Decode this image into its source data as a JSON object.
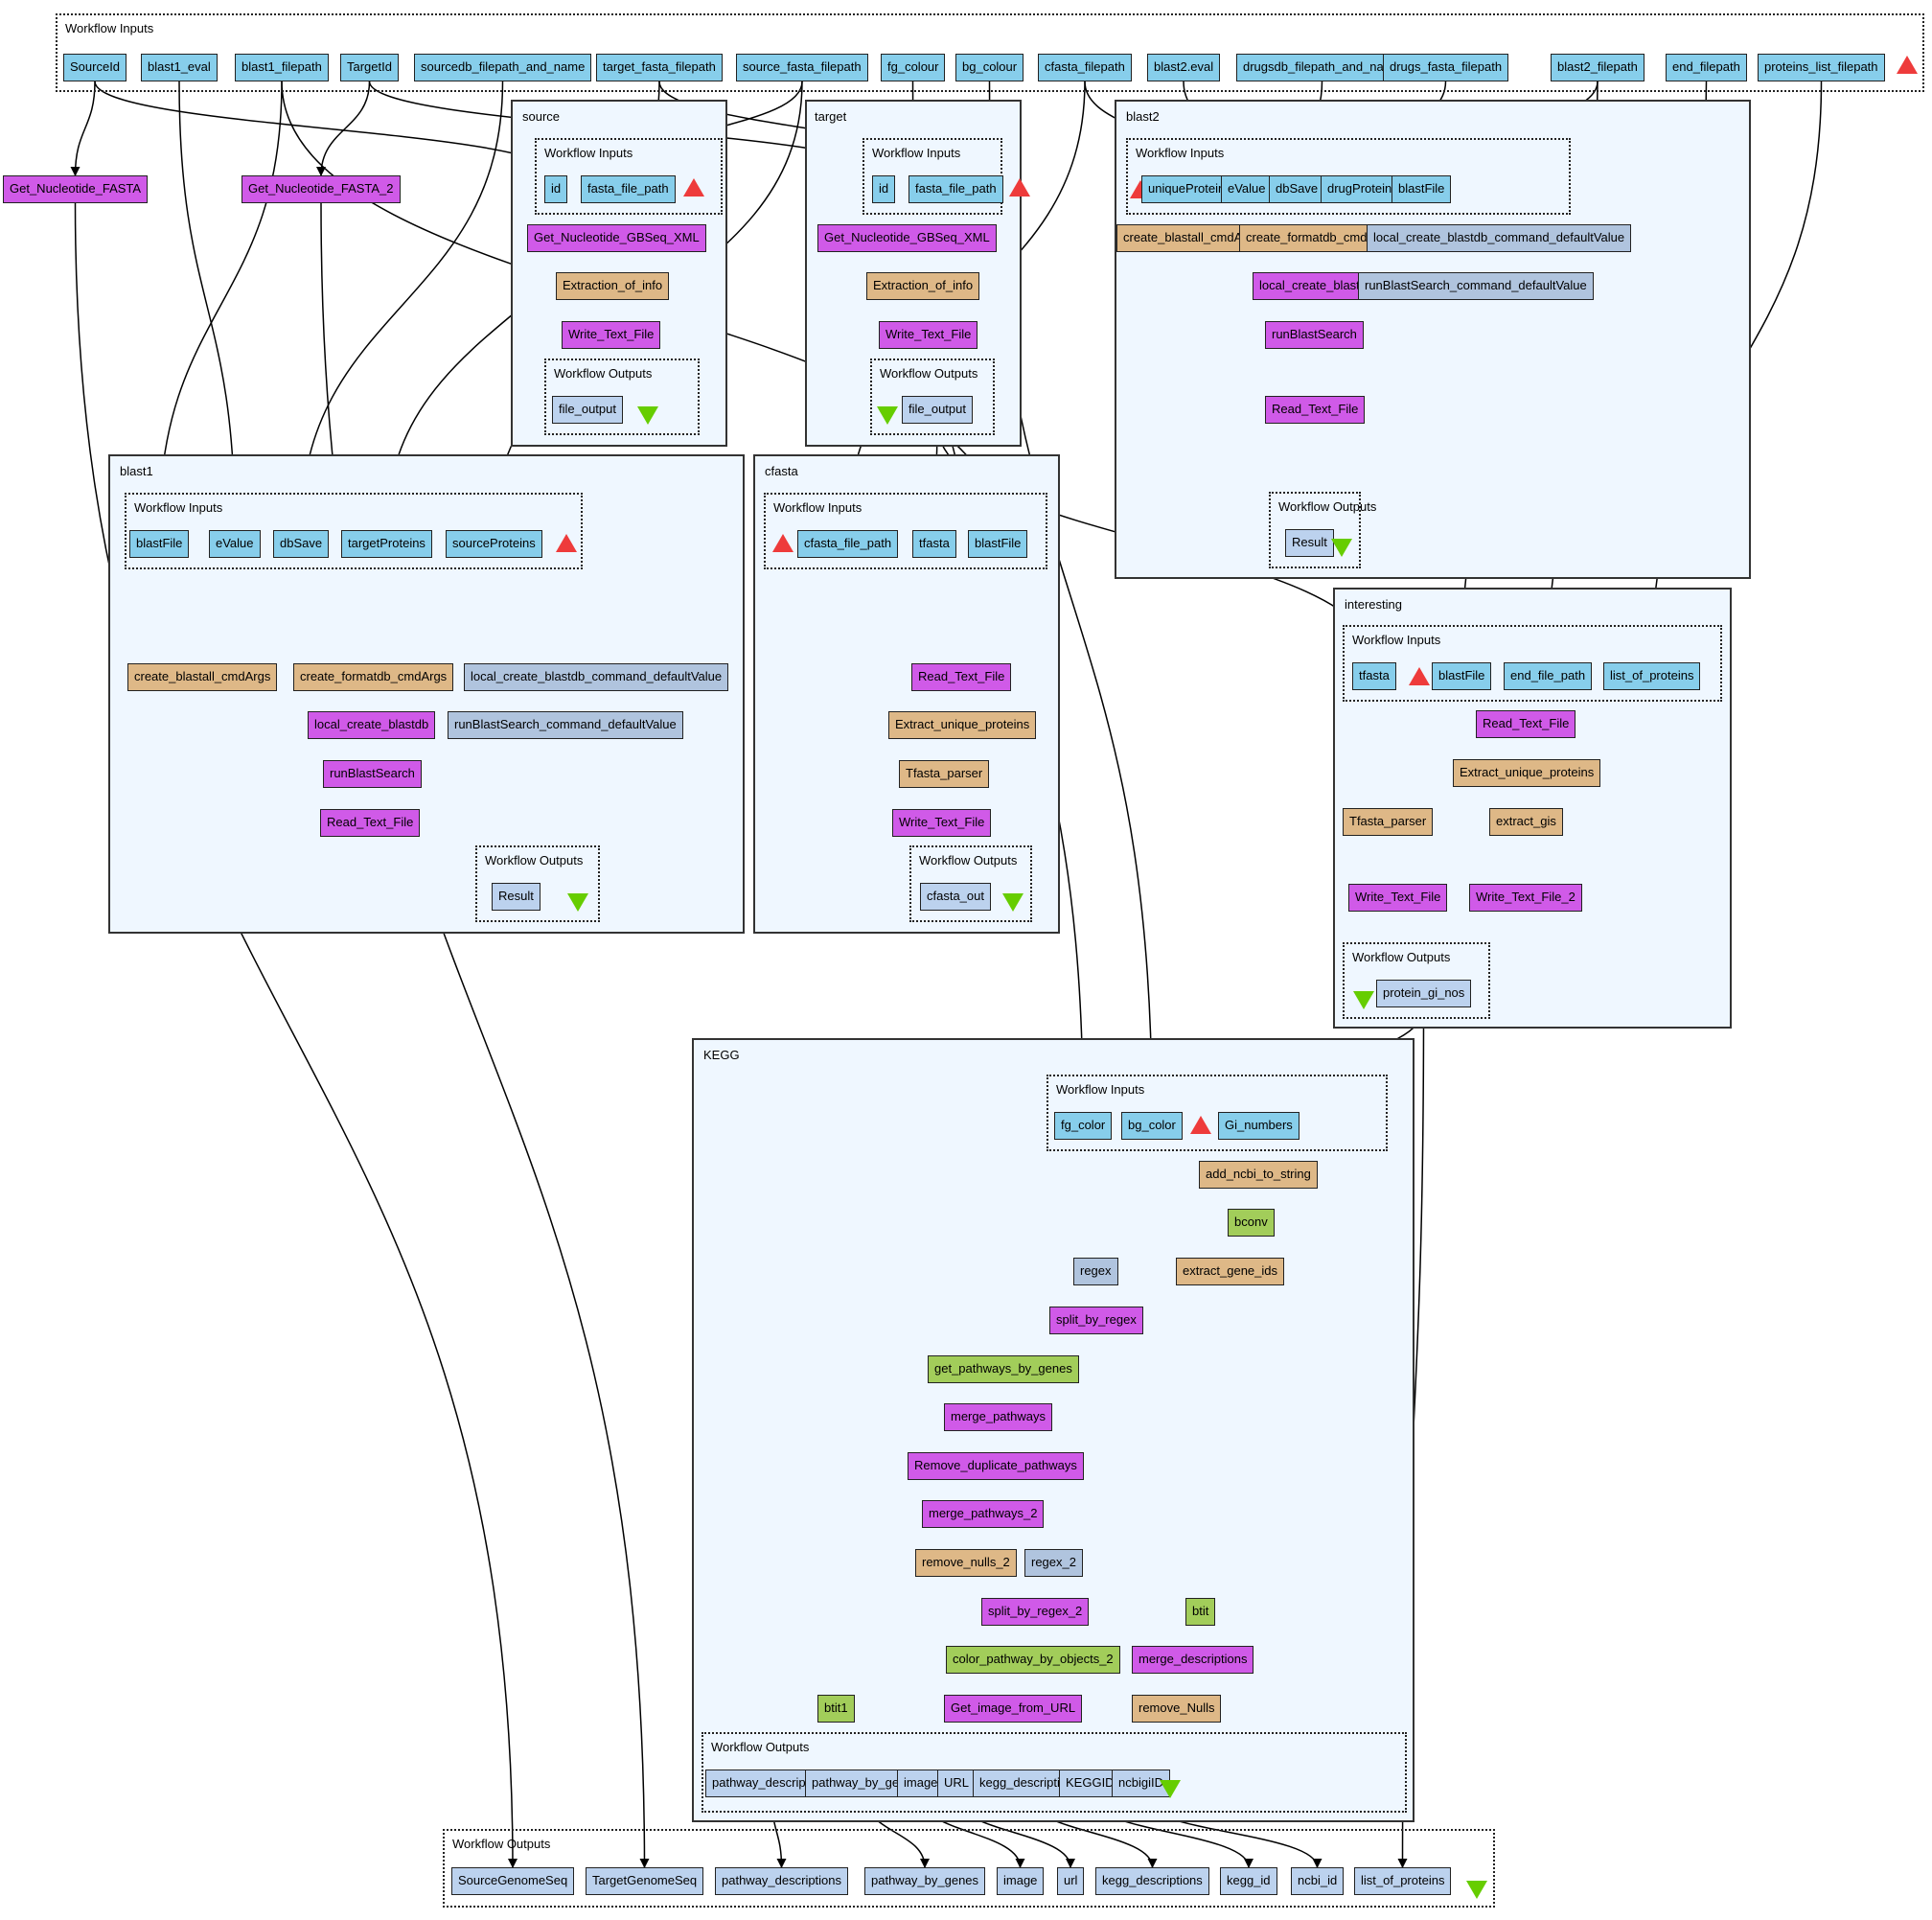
{
  "colors": {
    "input": "#87ceeb",
    "output": "#bcd2ee",
    "beanshell_service": "#deb887",
    "local_worker": "#d05ae8",
    "soap_service": "#a2cd5a",
    "constant": "#b0c4de",
    "subworkflow_bg": "#eff7ff",
    "input_port_marker": "#ee3b3b",
    "output_port_marker": "#66cd00"
  },
  "top": {
    "inputs_label": "Workflow Inputs",
    "inputs": [
      "SourceId",
      "blast1_eval",
      "blast1_filepath",
      "TargetId",
      "sourcedb_filepath_and_name",
      "target_fasta_filepath",
      "source_fasta_filepath",
      "fg_colour",
      "bg_colour",
      "cfasta_filepath",
      "blast2.eval",
      "drugsdb_filepath_and_name",
      "drugs_fasta_filepath",
      "blast2_filepath",
      "end_filepath",
      "proteins_list_filepath"
    ],
    "processors": [
      "Get_Nucleotide_FASTA",
      "Get_Nucleotide_FASTA_2"
    ],
    "outputs_label": "Workflow Outputs",
    "outputs": [
      "SourceGenomeSeq",
      "TargetGenomeSeq",
      "pathway_descriptions",
      "pathway_by_genes",
      "image",
      "url",
      "kegg_descriptions",
      "kegg_id",
      "ncbi_id",
      "list_of_proteins"
    ]
  },
  "source": {
    "title": "source",
    "inputs_label": "Workflow Inputs",
    "inputs": [
      "id",
      "fasta_file_path"
    ],
    "processors": [
      "Get_Nucleotide_GBSeq_XML",
      "Extraction_of_info",
      "Write_Text_File"
    ],
    "outputs_label": "Workflow Outputs",
    "outputs": [
      "file_output"
    ]
  },
  "target": {
    "title": "target",
    "inputs_label": "Workflow Inputs",
    "inputs": [
      "id",
      "fasta_file_path"
    ],
    "processors": [
      "Get_Nucleotide_GBSeq_XML",
      "Extraction_of_info",
      "Write_Text_File"
    ],
    "outputs_label": "Workflow Outputs",
    "outputs": [
      "file_output"
    ]
  },
  "blast2": {
    "title": "blast2",
    "inputs_label": "Workflow Inputs",
    "inputs": [
      "uniqueProteins",
      "eValue",
      "dbSave",
      "drugProteins",
      "blastFile"
    ],
    "processors": [
      "create_blastall_cmdArgs",
      "create_formatdb_cmdArgs",
      "local_create_blastdb_command_defaultValue",
      "local_create_blastdb",
      "runBlastSearch_command_defaultValue",
      "runBlastSearch",
      "Read_Text_File"
    ],
    "outputs_label": "Workflow Outputs",
    "outputs": [
      "Result"
    ]
  },
  "blast1": {
    "title": "blast1",
    "inputs_label": "Workflow Inputs",
    "inputs": [
      "blastFile",
      "eValue",
      "dbSave",
      "targetProteins",
      "sourceProteins"
    ],
    "processors": [
      "create_blastall_cmdArgs",
      "create_formatdb_cmdArgs",
      "local_create_blastdb_command_defaultValue",
      "local_create_blastdb",
      "runBlastSearch_command_defaultValue",
      "runBlastSearch",
      "Read_Text_File"
    ],
    "outputs_label": "Workflow Outputs",
    "outputs": [
      "Result"
    ]
  },
  "cfasta": {
    "title": "cfasta",
    "inputs_label": "Workflow Inputs",
    "inputs": [
      "cfasta_file_path",
      "tfasta",
      "blastFile"
    ],
    "processors": [
      "Read_Text_File",
      "Extract_unique_proteins",
      "Tfasta_parser",
      "Write_Text_File"
    ],
    "outputs_label": "Workflow Outputs",
    "outputs": [
      "cfasta_out"
    ]
  },
  "interesting": {
    "title": "interesting",
    "inputs_label": "Workflow Inputs",
    "inputs": [
      "tfasta",
      "blastFile",
      "end_file_path",
      "list_of_proteins"
    ],
    "processors": [
      "Read_Text_File",
      "Extract_unique_proteins",
      "Tfasta_parser",
      "extract_gis",
      "Write_Text_File",
      "Write_Text_File_2"
    ],
    "outputs_label": "Workflow Outputs",
    "outputs": [
      "protein_gi_nos"
    ]
  },
  "kegg": {
    "title": "KEGG",
    "inputs_label": "Workflow Inputs",
    "inputs": [
      "fg_color",
      "bg_color",
      "Gi_numbers"
    ],
    "processors": [
      "add_ncbi_to_string",
      "bconv",
      "regex",
      "extract_gene_ids",
      "split_by_regex",
      "get_pathways_by_genes",
      "merge_pathways",
      "Remove_duplicate_pathways",
      "merge_pathways_2",
      "remove_nulls_2",
      "regex_2",
      "split_by_regex_2",
      "btit",
      "color_pathway_by_objects_2",
      "merge_descriptions",
      "btit1",
      "Get_image_from_URL",
      "remove_Nulls"
    ],
    "outputs_label": "Workflow Outputs",
    "outputs": [
      "pathway_descriptions",
      "pathway_by_genes",
      "image",
      "URL",
      "kegg_descriptions",
      "KEGGID",
      "ncbigiID"
    ]
  }
}
